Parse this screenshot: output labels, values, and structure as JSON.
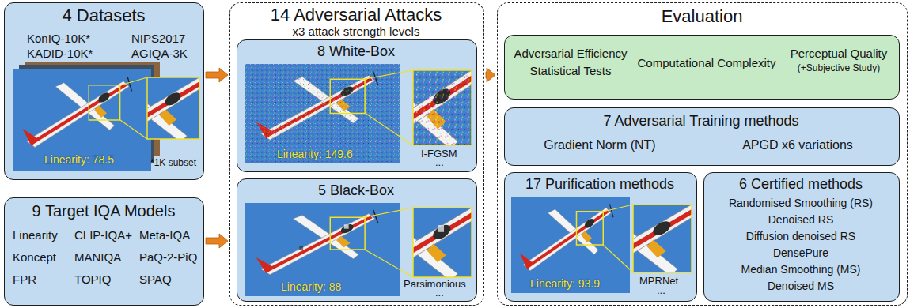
{
  "diagram": {
    "nodes": [
      {
        "text": [
          "4 Datasets",
          "KonIQ-10K*",
          "NIPS2017",
          "KADID-10K*",
          "AGIQA-3K",
          "Linearity: 78.5",
          "*1K subset"
        ]
      },
      {
        "text": [
          "9 Target IQA Models",
          "Linearity",
          "CLIP-IQA+",
          "Meta-IQA",
          "Koncept",
          "MANIQA",
          "PaQ-2-PiQ",
          "FPR",
          "TOPIQ",
          "SPAQ"
        ]
      },
      {
        "text": [
          "14 Adversarial Attacks",
          "x3 attack strength levels"
        ]
      },
      {
        "text": [
          "8 White-Box",
          "Linearity: 149.6",
          "I-FGSM",
          "..."
        ],
        "in": 2
      },
      {
        "text": [
          "5 Black-Box",
          "Linearity: 88",
          "Parsimonious",
          "..."
        ],
        "in": 2
      },
      {
        "text": [
          "Evaluation"
        ]
      },
      {
        "text": [
          "Adversarial Efficiency",
          "Statistical Tests",
          "Computational Complexity",
          "Perceptual Quality",
          "(+Subjective Study)"
        ],
        "in": 5
      },
      {
        "text": [
          "7 Adversarial Training methods",
          "Gradient Norm (NT)",
          "APGD x6 variations"
        ],
        "in": 5
      },
      {
        "text": [
          "17 Purification methods",
          "Linearity: 93.9",
          "MPRNet",
          "..."
        ],
        "in": 5
      },
      {
        "text": [
          "6 Certified methods",
          "Randomised Smoothing (RS)",
          "Denoised RS",
          "Diffusion denoised RS",
          "DensePure",
          "Median Smoothing (MS)",
          "Denoised MS"
        ],
        "in": 5
      }
    ],
    "edges": [
      {
        "from": 0,
        "to": 2,
        "arrow": "to"
      },
      {
        "from": 1,
        "to": 2,
        "arrow": "to"
      },
      {
        "from": 2,
        "to": 5,
        "arrow": "to"
      }
    ]
  }
}
